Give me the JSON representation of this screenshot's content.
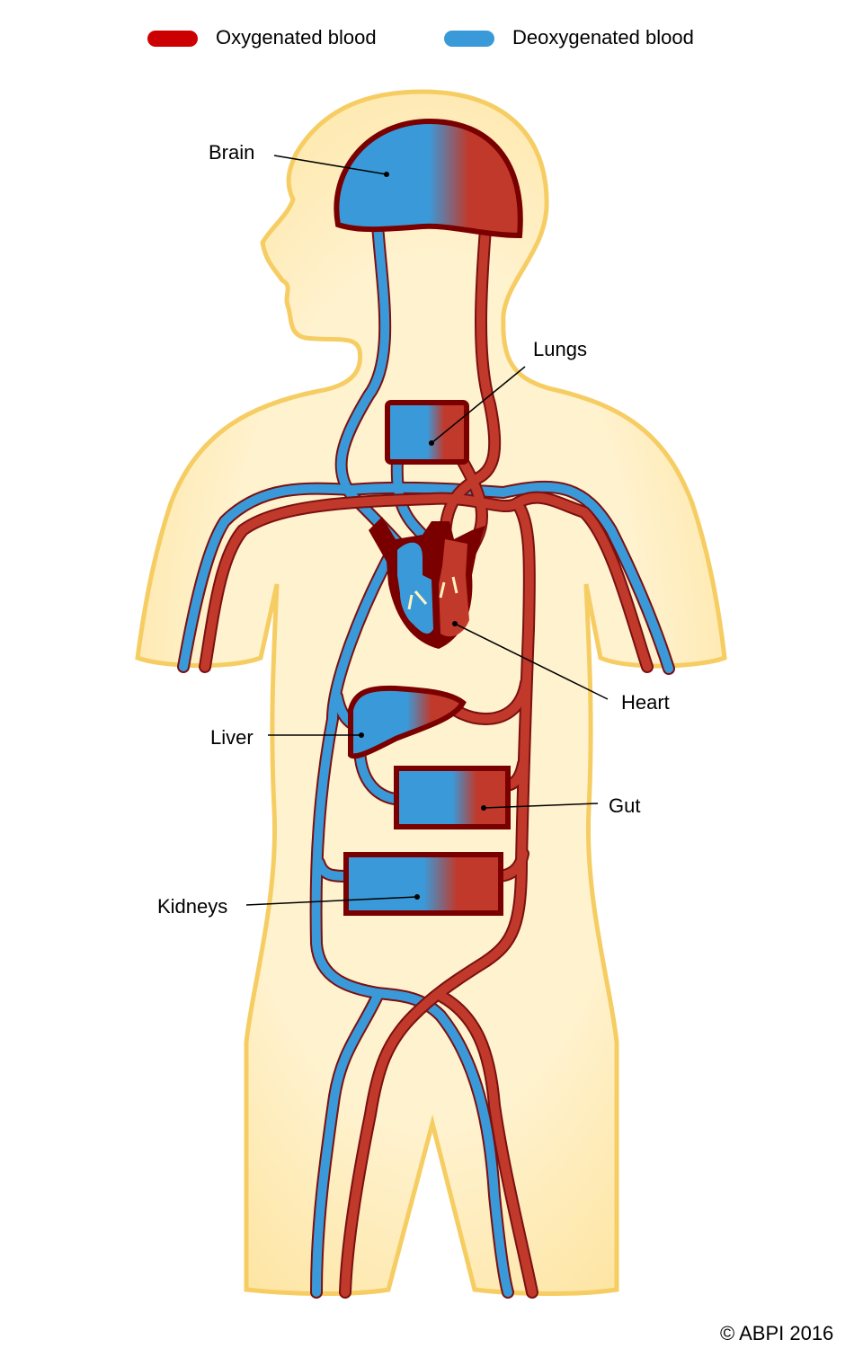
{
  "legend": [
    {
      "label": "Oxygenated blood",
      "color": "#cc0000"
    },
    {
      "label": "Deoxygenated blood",
      "color": "#3a9ad9"
    }
  ],
  "labels": {
    "brain": "Brain",
    "lungs": "Lungs",
    "heart": "Heart",
    "liver": "Liver",
    "gut": "Gut",
    "kidneys": "Kidneys"
  },
  "copyright": "© ABPI 2016",
  "colors": {
    "oxygenated": "#c0392b",
    "deoxygenated": "#3a9ad9",
    "body": "#fff1cc",
    "body_outline": "#f6cd63",
    "organ_outline": "#7a0000"
  }
}
